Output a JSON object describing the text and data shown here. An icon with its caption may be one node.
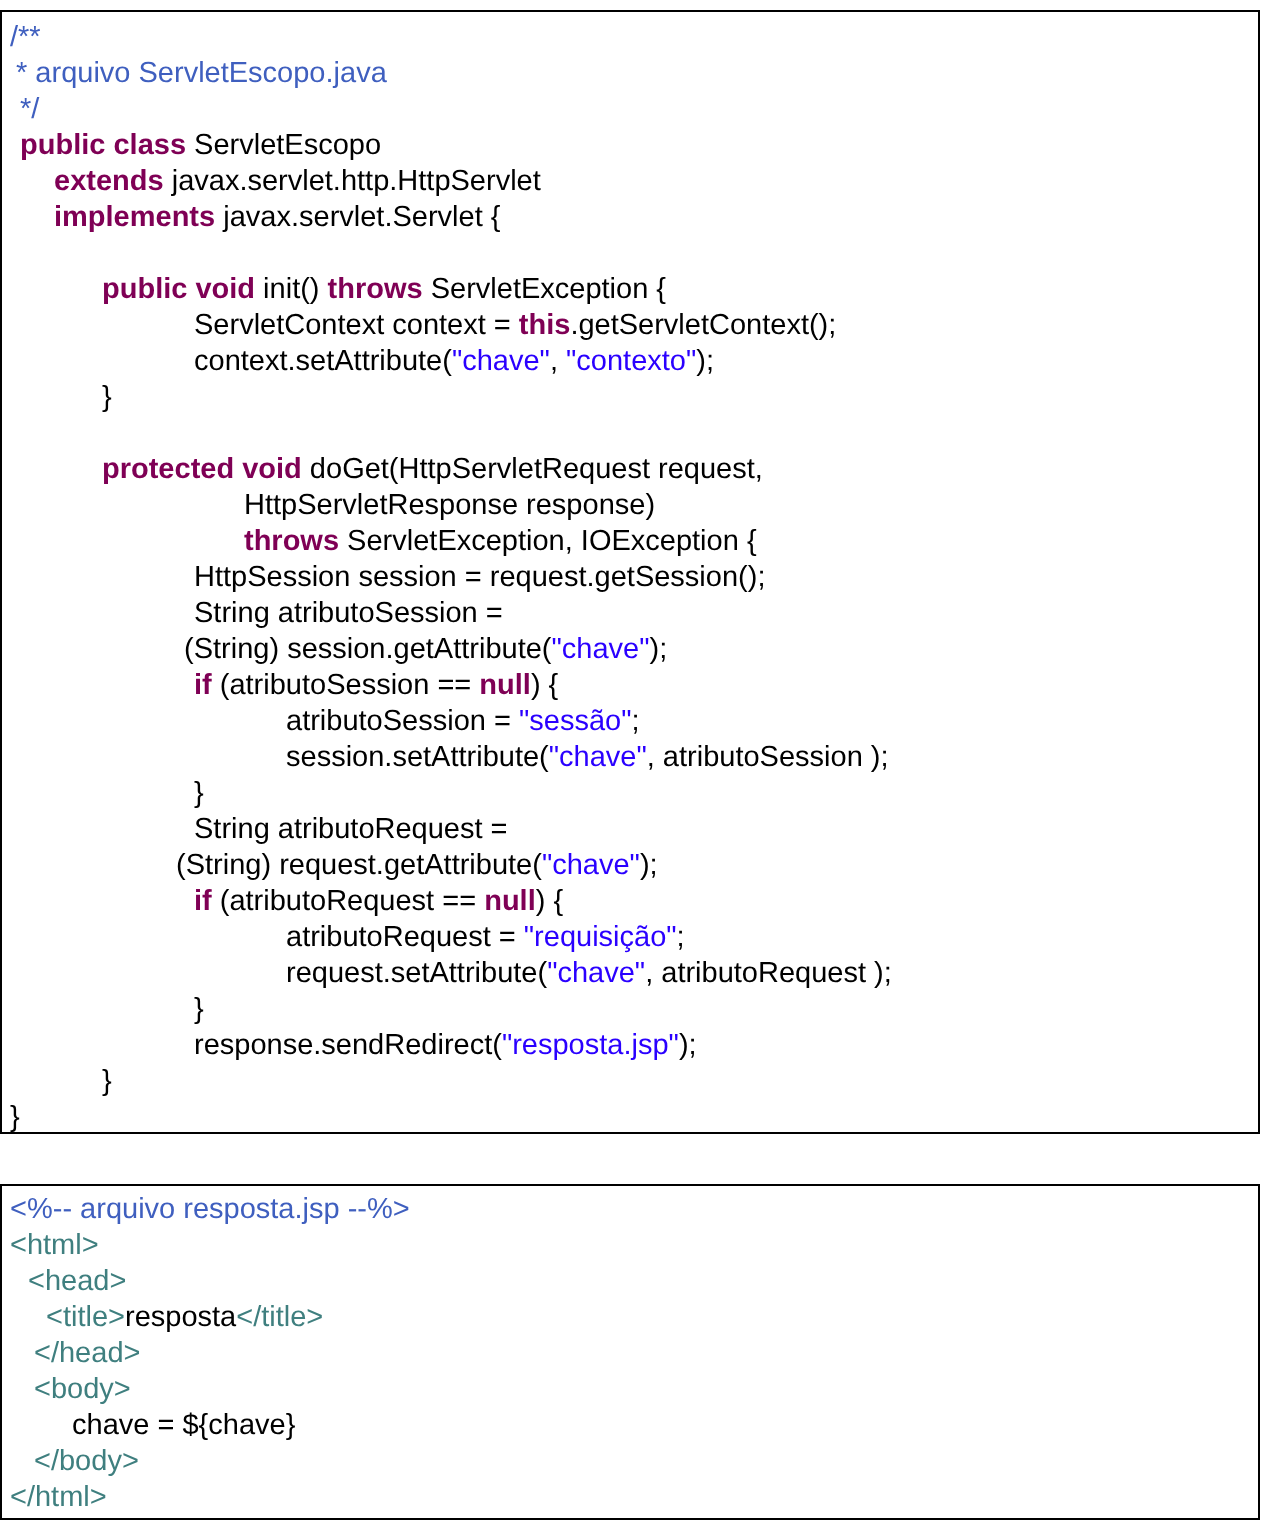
{
  "diagram": {
    "nodes": [
      {
        "text": [
          "/**",
          "* arquivo ServletEscopo.java",
          "*/",
          "**public class** ServletEscopo",
          "**extends** javax.servlet.http.HttpServlet",
          "**implements** javax.servlet.Servlet {",
          "**public void** init() **throws** ServletException {",
          "ServletContext context = **this**.getServletContext();",
          "context.setAttribute(\"chave\", \"contexto\");",
          "}",
          "**protected void** doGet(HttpServletRequest request,",
          "HttpServletResponse response)",
          "**throws** ServletException, IOException {",
          "HttpSession session = request.getSession();",
          "String atributoSession =",
          "(String) session.getAttribute(\"chave\");",
          "**if** (atributoSession == **null**) {",
          "atributoSession = \"sessão\";",
          "session.setAttribute(\"chave\", atributoSession );",
          "}",
          "String atributoRequest =",
          "(String) request.getAttribute(\"chave\");",
          "**if** (atributoRequest == **null**) {",
          "atributoRequest = \"requisição\";",
          "request.setAttribute(\"chave\", atributoRequest );",
          "}",
          "response.sendRedirect(\"resposta.jsp\");",
          "}",
          "}"
        ]
      },
      {
        "text": [
          "<%-- arquivo resposta.jsp --%>",
          "<html>",
          "<head>",
          "<title>resposta</title>",
          "</head>",
          "<body>",
          "chave = ${chave}",
          "</body>",
          "</html>"
        ]
      }
    ]
  }
}
